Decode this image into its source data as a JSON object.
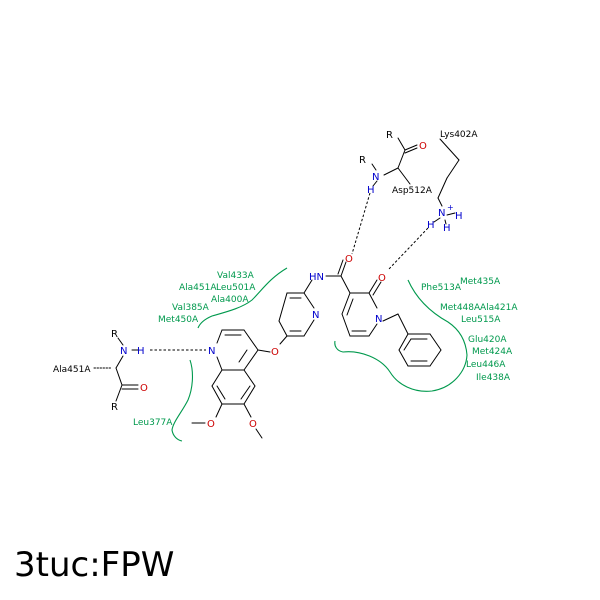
{
  "caption": "3tuc:FPW",
  "atoms": {
    "hn_amide": "HN",
    "n_left_pyr": "N",
    "n_right_pyr": "N",
    "o_amide": "O",
    "o_pyridone": "O",
    "n_quinoline": "N",
    "o_ether": "O",
    "o_methoxy1": "O",
    "o_methoxy2": "O",
    "r_ala_top": "R",
    "n_ala": "N",
    "h_ala": "H",
    "o_ala": "O",
    "r_ala_bottom": "R",
    "r_asp_top": "R",
    "o_asp": "O",
    "r_asp_left": "R",
    "n_asp": "N",
    "h_asp": "H",
    "n_lys": "N",
    "plus_lys": "+",
    "h_lys_right": "H",
    "h_lys_left": "H",
    "h_lys_bottom": "H"
  },
  "residue_labels": {
    "ala451_bound": "Ala451A",
    "asp512_bound": "Asp512A",
    "lys402_bound": "Lys402A"
  },
  "contact_residues": {
    "val433": "Val433A",
    "ala451": "Ala451A",
    "leu501": "Leu501A",
    "ala400": "Ala400A",
    "val385": "Val385A",
    "met450": "Met450A",
    "leu377": "Leu377A",
    "met435": "Met435A",
    "phe513": "Phe513A",
    "met448": "Met448A",
    "ala421": "Ala421A",
    "leu515": "Leu515A",
    "glu420": "Glu420A",
    "met424": "Met424A",
    "leu446": "Leu446A",
    "ile438": "Ile438A"
  },
  "colors": {
    "carbon_bond": "#000000",
    "nitrogen": "#0000cc",
    "oxygen": "#cc0000",
    "hydrophobic_contact": "#00994d"
  }
}
